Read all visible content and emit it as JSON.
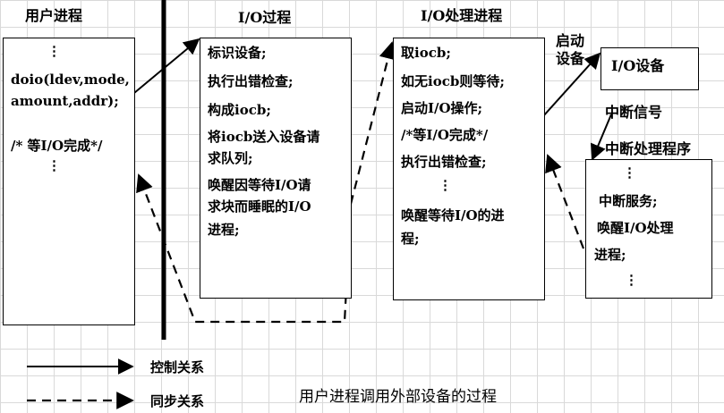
{
  "titles": {
    "user_process": "用户进程",
    "io_procedure": "I/O过程",
    "io_handler": "I/O处理进程",
    "start_device": [
      "启动",
      "设备"
    ],
    "io_device": "I/O设备",
    "interrupt_signal": "中断信号",
    "interrupt_handler": "中断处理程序"
  },
  "user_box": [
    "⋮",
    "doio(ldev,mode,",
    "amount,addr);",
    "/* 等I/O完成*/",
    "⋮"
  ],
  "io_box": [
    "标识设备;",
    "执行出错检查;",
    "构成iocb;",
    "将iocb送入设备请",
    "求队列;",
    "唤醒因等待I/O请",
    "求块而睡眠的I/O",
    "进程;"
  ],
  "handler_box": [
    "取iocb;",
    "如无iocb则等待;",
    "启动I/O操作;",
    "/*等I/O完成*/",
    "执行出错检查;",
    "⋮",
    "唤醒等待I/O的进",
    "程;"
  ],
  "interrupt_box": [
    "⋮",
    "中断服务;",
    "唤醒I/O处理",
    "进程;",
    "⋮"
  ],
  "legend": {
    "control": "控制关系",
    "sync": "同步关系"
  },
  "caption": "用户进程调用外部设备的过程"
}
